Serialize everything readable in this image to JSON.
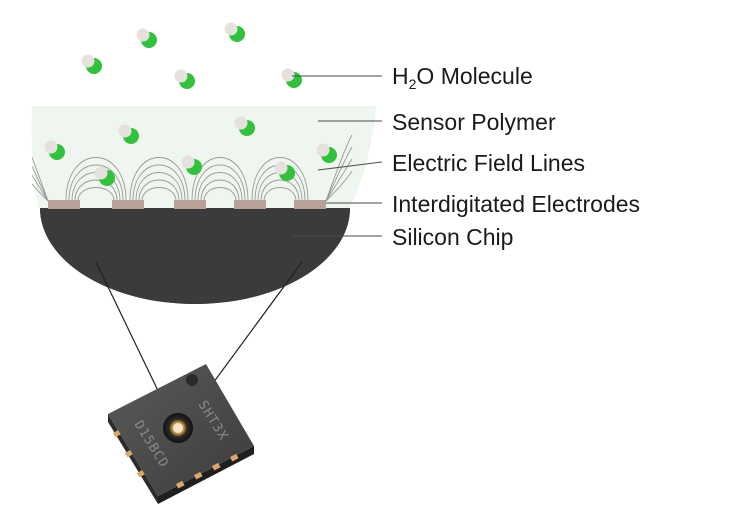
{
  "labels": {
    "h2o_prefix": "H",
    "h2o_subscript": "2",
    "h2o_suffix": "O Molecule",
    "sensor_polymer": "Sensor Polymer",
    "electric_field_lines": "Electric Field Lines",
    "interdigitated_electrodes": "Interdigitated Electrodes",
    "silicon_chip": "Silicon Chip"
  },
  "chip_markings": {
    "part_code": "D15BCD",
    "model": "SHT3X"
  },
  "colors": {
    "polymer": "#eef6ef",
    "silicon": "#3b3b3b",
    "electrode": "#b8a196",
    "molecule_green": "#2fc23a",
    "molecule_white": "#e6e1dd",
    "package": "#4a4a4a",
    "pad": "#d9a86a"
  }
}
